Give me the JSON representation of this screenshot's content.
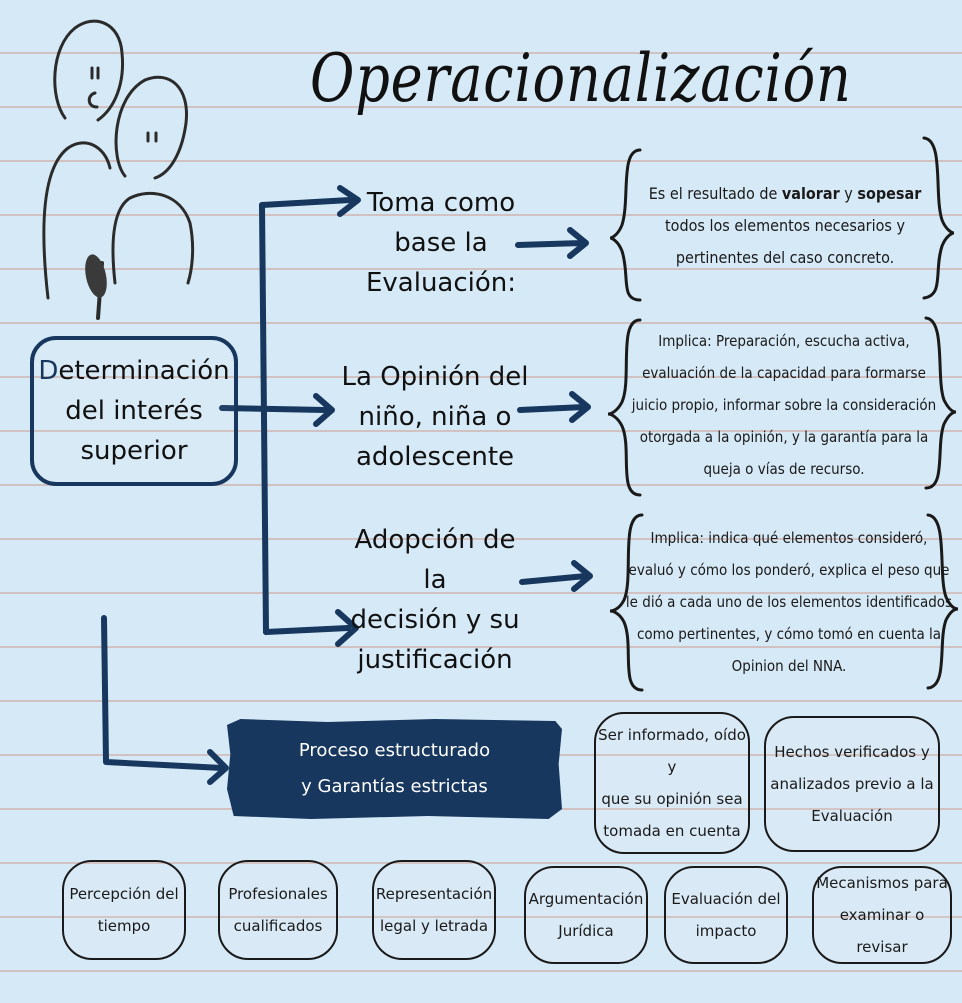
{
  "title": "Operacionalización",
  "center_box": {
    "first_letter": "D",
    "rest_line1": "eterminación",
    "line2": "del interés",
    "line3": "superior"
  },
  "branches": [
    {
      "heading": [
        "Toma como",
        "base la",
        "Evaluación:"
      ],
      "description_lines": [
        [
          "Es el resultado de ",
          "valorar",
          " y ",
          "sopesar"
        ],
        "todos los elementos necesarios y",
        "pertinentes del caso concreto."
      ]
    },
    {
      "heading": [
        "La Opinión del",
        "niño, niña o",
        "adolescente"
      ],
      "description_lines": [
        "Implica: Preparación, escucha activa,",
        "evaluación de la capacidad para formarse",
        "juicio propio, informar sobre la consideración",
        "otorgada a la opinión, y la garantía para la",
        "queja o vías de recurso."
      ]
    },
    {
      "heading": [
        "Adopción de la",
        "decisión y su",
        "justificación"
      ],
      "description_lines": [
        "Implica:  indica qué elementos consideró,",
        "evaluó y cómo los ponderó,  explica el peso que",
        "le dió a cada uno de los elementos identificados",
        "como pertinentes, y cómo tomó en cuenta la",
        "Opinion del NNA."
      ]
    }
  ],
  "process_box": {
    "line1": "Proceso estructurado",
    "line2": "y Garantías estrictas"
  },
  "guarantees_top": [
    [
      "Ser informado, oído y",
      "que su opinión sea",
      "tomada en cuenta"
    ],
    [
      "Hechos verificados y",
      "analizados previo a la",
      "Evaluación"
    ]
  ],
  "guarantees_bottom": [
    [
      "Percepción del",
      "tiempo"
    ],
    [
      "Profesionales",
      "cualificados"
    ],
    [
      "Representación",
      "legal y letrada"
    ],
    [
      "Argumentación",
      "Jurídica"
    ],
    [
      "Evaluación del",
      "impacto"
    ],
    [
      "Mecanismos para",
      "examinar o revisar"
    ]
  ],
  "colors": {
    "background": "#d6e9f6",
    "notebook_lines": "#cda096",
    "accent_navy": "#17375e",
    "ink": "#1a1a1a"
  },
  "icons": [
    "two-people-sketch-icon",
    "microphone-icon",
    "arrow-icons",
    "curly-brace-icons"
  ]
}
